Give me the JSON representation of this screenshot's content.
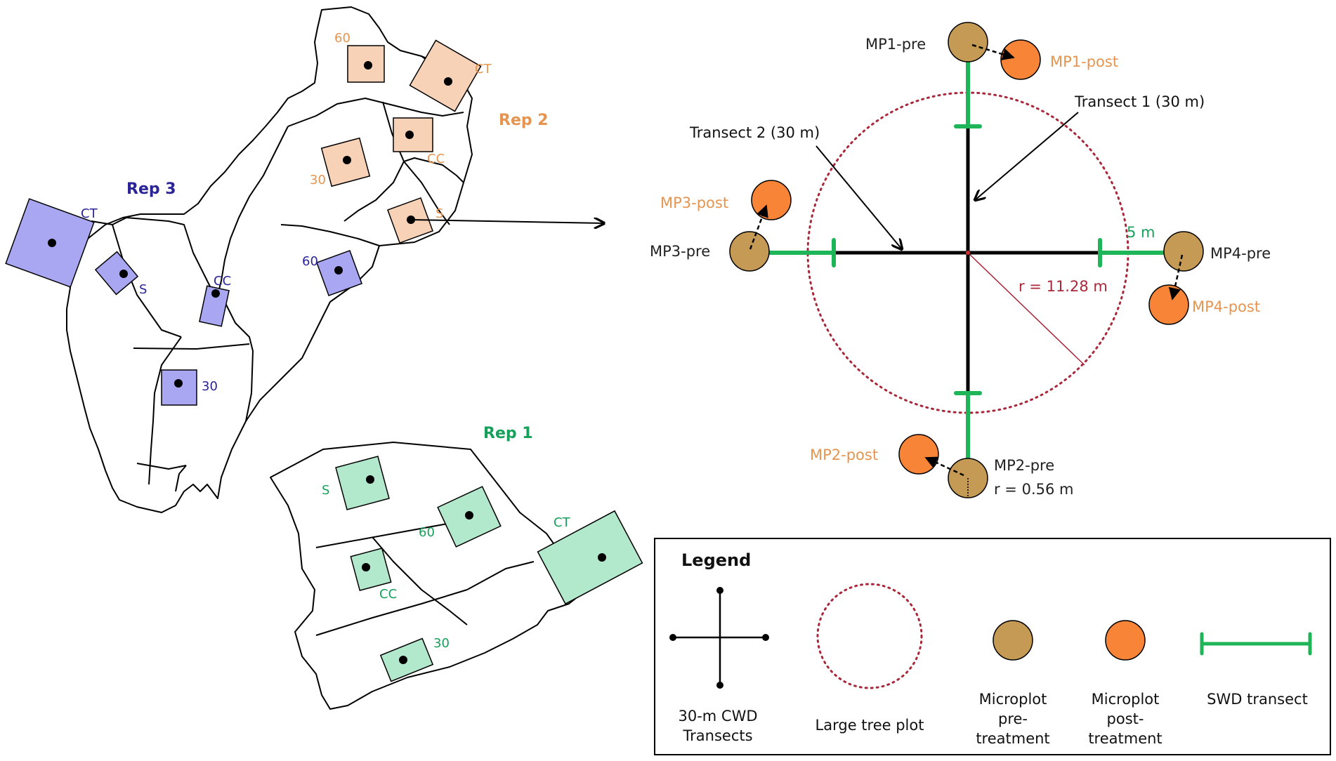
{
  "colors": {
    "rep1": "#16a05a",
    "rep2": "#e69550",
    "rep3": "#2a2496",
    "rep1_fill": "#b2e8cc",
    "rep2_fill": "#f8d2b6",
    "rep3_fill": "#a9a6f2",
    "swd_green": "#1db557",
    "large_plot_red": "#a8283a",
    "pre_fill": "#c49a55",
    "post_fill": "#f88537",
    "pre_label": "#222222",
    "post_label": "#e69550"
  },
  "map": {
    "rep3": {
      "title": "Rep 3",
      "labels": {
        "ct": "CT",
        "s": "S",
        "cc": "CC",
        "t30": "30",
        "t60": "60"
      }
    },
    "rep2": {
      "title": "Rep 2",
      "labels": {
        "t60": "60",
        "ct": "CT",
        "cc": "CC",
        "t30": "30",
        "s": "S"
      }
    },
    "rep1": {
      "title": "Rep 1",
      "labels": {
        "s": "S",
        "t60": "60",
        "ct": "CT",
        "cc": "CC",
        "t30": "30"
      }
    }
  },
  "plot": {
    "transect1": "Transect 1 (30 m)",
    "transect2": "Transect 2 (30 m)",
    "radius_label": "r = 11.28 m",
    "swd_length": "5 m",
    "micro_radius": "r = 0.56 m",
    "mp1_pre": "MP1-pre",
    "mp1_post": "MP1-post",
    "mp2_pre": "MP2-pre",
    "mp2_post": "MP2-post",
    "mp3_pre": "MP3-pre",
    "mp3_post": "MP3-post",
    "mp4_pre": "MP4-pre",
    "mp4_post": "MP4-post"
  },
  "legend": {
    "title": "Legend",
    "cwd": [
      "30-m CWD",
      "Transects"
    ],
    "large_tree": "Large tree plot",
    "micro_pre": [
      "Microplot",
      "pre-",
      "treatment"
    ],
    "micro_post": [
      "Microplot",
      "post-",
      "treatment"
    ],
    "swd": "SWD transect"
  }
}
